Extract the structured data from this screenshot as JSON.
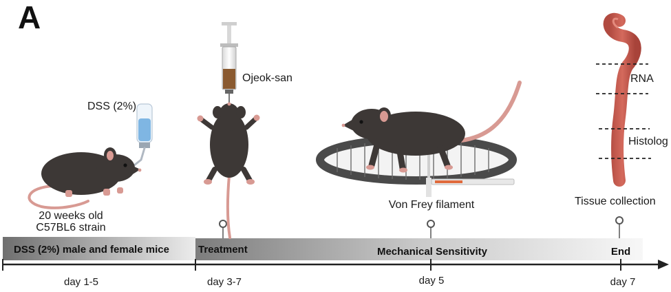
{
  "panel_label": "A",
  "labels": {
    "dss_bottle": "DSS (2%)",
    "drug": "Ojeok-san",
    "mouse_age": "20 weeks old",
    "mouse_strain": "C57BL6 strain",
    "filament": "Von Frey filament",
    "tissue": "Tissue collection",
    "rna": "RNA",
    "histology": "Histolog"
  },
  "timeline": {
    "phases": [
      {
        "label": "DSS (2%) male and female mice"
      },
      {
        "label": "Treatment"
      },
      {
        "label": "Mechanical Sensitivity"
      },
      {
        "label": "End"
      }
    ],
    "days": [
      {
        "label": "day 1-5"
      },
      {
        "label": "day 3-7"
      },
      {
        "label": "day 5"
      },
      {
        "label": "day 7"
      }
    ]
  },
  "colors": {
    "mouse_fur": "#3d3836",
    "mouse_pink": "#d89a93",
    "colon": "#c4564b",
    "water": "#7fb6e3",
    "band_dark": "#7a7a7a",
    "drug_brown": "#8a5a30",
    "filament_orange": "#e06a3c"
  }
}
